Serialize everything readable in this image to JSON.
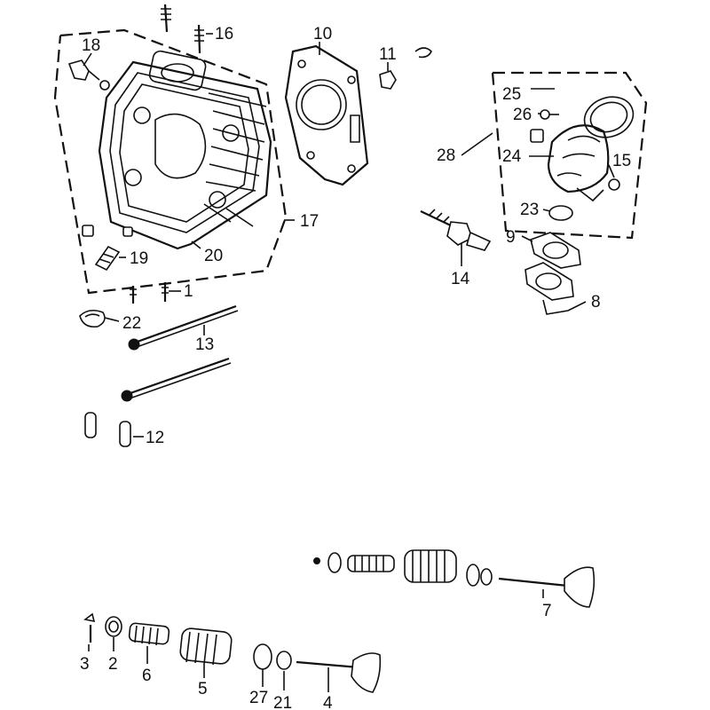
{
  "labels": {
    "p1": "1",
    "p2": "2",
    "p3": "3",
    "p4": "4",
    "p5": "5",
    "p6": "6",
    "p7": "7",
    "p8": "8",
    "p9": "9",
    "p10": "10",
    "p11": "11",
    "p12": "12",
    "p13": "13",
    "p14": "14",
    "p15": "15",
    "p16": "16",
    "p17": "17",
    "p18": "18",
    "p19": "19",
    "p20": "20",
    "p21": "21",
    "p22": "22",
    "p23": "23",
    "p24": "24",
    "p25": "25",
    "p26": "26",
    "p27": "27",
    "p28": "28"
  }
}
